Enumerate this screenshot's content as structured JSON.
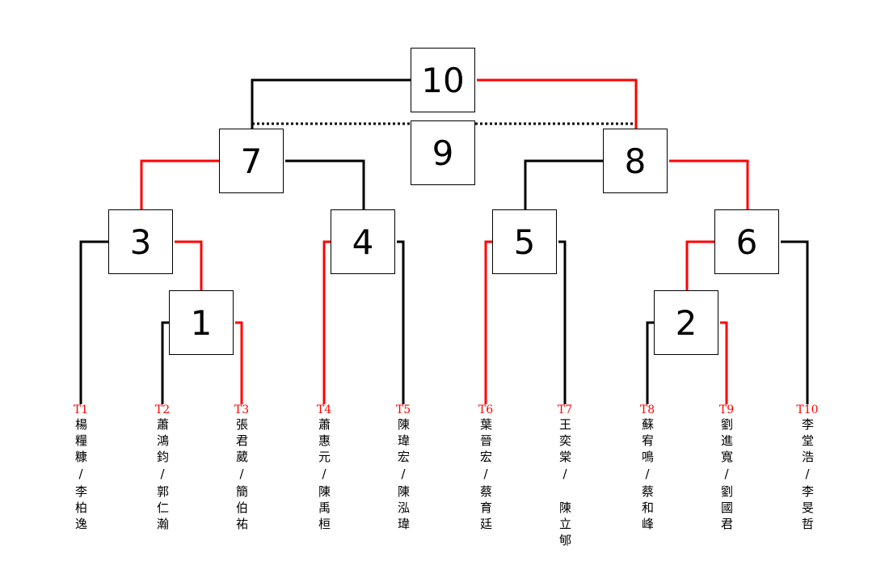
{
  "colors": {
    "winner": "#ff0000",
    "loser": "#000000"
  },
  "matches": [
    {
      "id": "1"
    },
    {
      "id": "2"
    },
    {
      "id": "3"
    },
    {
      "id": "4"
    },
    {
      "id": "5"
    },
    {
      "id": "6"
    },
    {
      "id": "7"
    },
    {
      "id": "8"
    },
    {
      "id": "9"
    },
    {
      "id": "10"
    }
  ],
  "teams": [
    {
      "id": "T1",
      "name": "楊糧糠/李柏逸"
    },
    {
      "id": "T2",
      "name": "蕭鴻鈞/郭仁瀚"
    },
    {
      "id": "T3",
      "name": "張君葳/簡伯祐"
    },
    {
      "id": "T4",
      "name": "蕭惠元/陳禹桓"
    },
    {
      "id": "T5",
      "name": "陳瑋宏/陳泓瑋"
    },
    {
      "id": "T6",
      "name": "葉晉宏/蔡育廷"
    },
    {
      "id": "T7",
      "name": "王奕棠/　陳立郇"
    },
    {
      "id": "T8",
      "name": "蘇宥鳴/蔡和峰"
    },
    {
      "id": "T9",
      "name": "劉進寬/劉國君"
    },
    {
      "id": "T10",
      "name": "李堂浩/李旻哲"
    }
  ]
}
